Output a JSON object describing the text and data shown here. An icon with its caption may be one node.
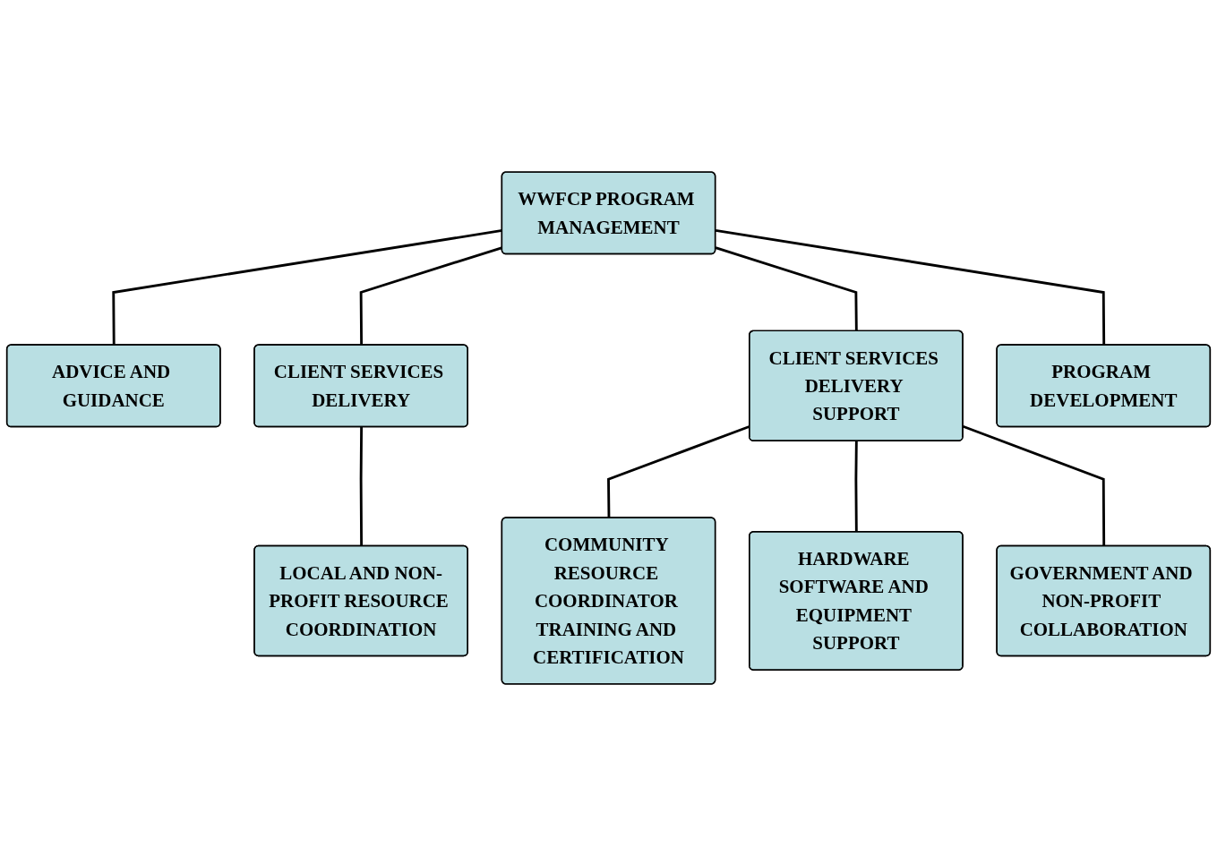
{
  "diagram": {
    "nodes": [
      {
        "text": [
          "WWFCP PROGRAM MANAGEMENT"
        ]
      },
      {
        "text": [
          "ADVICE AND GUIDANCE"
        ]
      },
      {
        "text": [
          "CLIENT SERVICES DELIVERY"
        ]
      },
      {
        "text": [
          "CLIENT SERVICES DELIVERY SUPPORT"
        ]
      },
      {
        "text": [
          "PROGRAM DEVELOPMENT"
        ]
      },
      {
        "text": [
          "LOCAL AND NON-PROFIT RESOURCE COORDINATION"
        ]
      },
      {
        "text": [
          "COMMUNITY RESOURCE COORDINATOR TRAINING AND CERTIFICATION"
        ]
      },
      {
        "text": [
          "HARDWARE SOFTWARE AND EQUIPMENT SUPPORT"
        ]
      },
      {
        "text": [
          "GOVERNMENT AND NON-PROFIT COLLABORATION"
        ]
      }
    ],
    "edges": [
      {
        "from": 0,
        "to": 1,
        "arrow": "none"
      },
      {
        "from": 0,
        "to": 2,
        "arrow": "none"
      },
      {
        "from": 0,
        "to": 3,
        "arrow": "none"
      },
      {
        "from": 0,
        "to": 4,
        "arrow": "none"
      },
      {
        "from": 2,
        "to": 5,
        "arrow": "none"
      },
      {
        "from": 3,
        "to": 6,
        "arrow": "none"
      },
      {
        "from": 3,
        "to": 7,
        "arrow": "none"
      },
      {
        "from": 3,
        "to": 8,
        "arrow": "none"
      }
    ]
  }
}
